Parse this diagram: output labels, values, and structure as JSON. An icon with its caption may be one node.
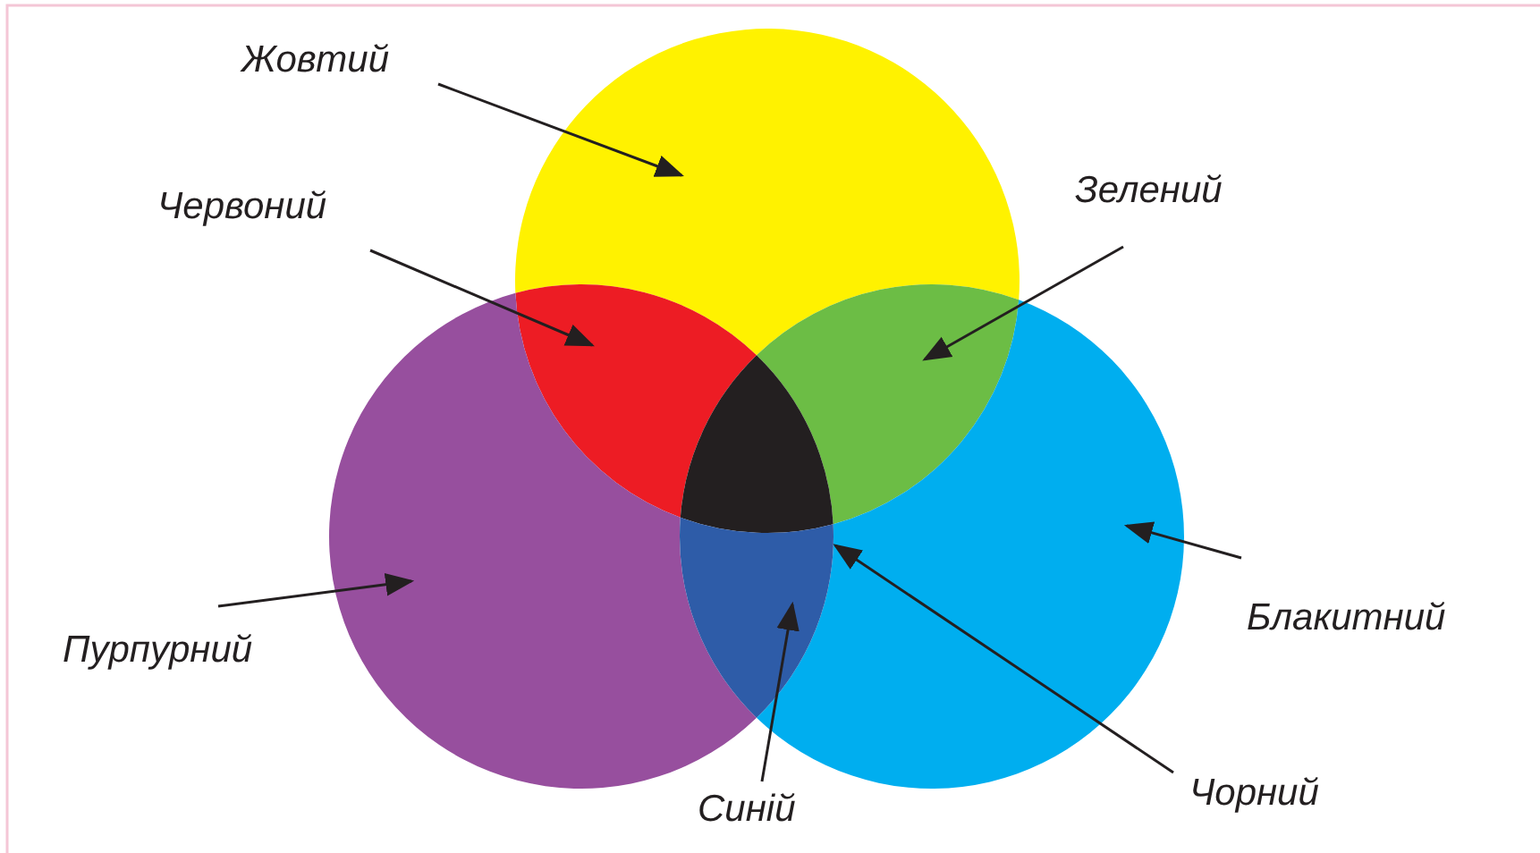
{
  "diagram": {
    "nodes": [
      {
        "text": [
          "Жовтий"
        ]
      },
      {
        "text": [
          "Червоний"
        ]
      },
      {
        "text": [
          "Зелений"
        ]
      },
      {
        "text": [
          "Пурпурний"
        ]
      },
      {
        "text": [
          "Блакитний"
        ]
      },
      {
        "text": [
          "Синій"
        ]
      },
      {
        "text": [
          "Чорний"
        ]
      },
      {
        "text": [],
        "shape": "circle"
      },
      {
        "text": [],
        "shape": "lens"
      },
      {
        "text": [],
        "shape": "lens"
      },
      {
        "text": [],
        "shape": "circle"
      },
      {
        "text": [],
        "shape": "triangle"
      },
      {
        "text": [],
        "shape": "circle"
      },
      {
        "text": [],
        "shape": "lens"
      }
    ],
    "edges": [
      {
        "from": 0,
        "to": 7,
        "arrow": "to"
      },
      {
        "from": 1,
        "to": 8,
        "arrow": "to"
      },
      {
        "from": 2,
        "to": 9,
        "arrow": "to"
      },
      {
        "from": 3,
        "to": 10,
        "arrow": "to"
      },
      {
        "from": 4,
        "to": 12,
        "arrow": "to"
      },
      {
        "from": 5,
        "to": 13,
        "arrow": "to"
      },
      {
        "from": 6,
        "to": 11,
        "arrow": "to"
      }
    ]
  }
}
